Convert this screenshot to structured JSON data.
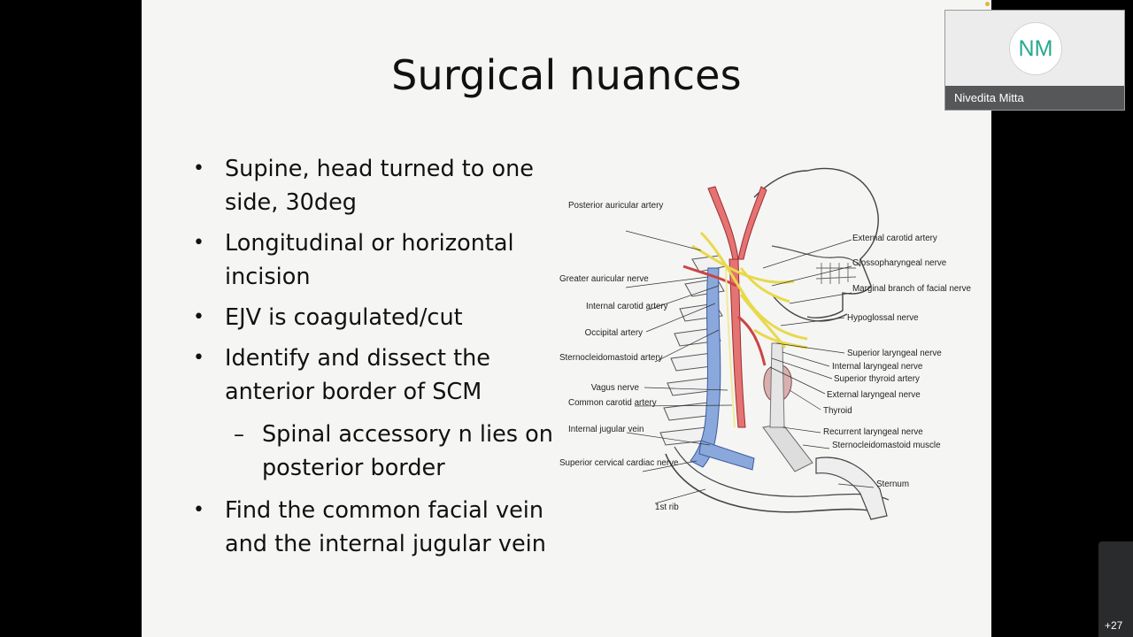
{
  "slide": {
    "title": "Surgical nuances",
    "bullets": [
      {
        "text": "Supine, head turned to one side, 30deg"
      },
      {
        "text": "Longitudinal or horizontal incision"
      },
      {
        "text": "EJV is coagulated/cut"
      },
      {
        "text": "Identify and dissect the anterior border of SCM"
      },
      {
        "text": "Spinal accessory n lies on posterior border",
        "sub": true
      },
      {
        "text": "Find the common facial vein and the internal jugular vein"
      }
    ],
    "figure_labels": {
      "posterior_auricular_artery": "Posterior auricular artery",
      "greater_auricular_nerve": "Greater auricular nerve",
      "internal_carotid_artery": "Internal carotid artery",
      "occipital_artery": "Occipital artery",
      "sternocleidomastoid_artery": "Sternocleidomastoid artery",
      "vagus_nerve": "Vagus nerve",
      "common_carotid_artery": "Common carotid artery",
      "internal_jugular_vein": "Internal jugular vein",
      "superior_cervical_cardiac_nerve": "Superior cervical cardiac nerve",
      "first_rib": "1st rib",
      "external_carotid_artery": "External carotid artery",
      "glossopharyngeal_nerve": "Glossopharyngeal nerve",
      "marginal_branch_facial_nerve": "Marginal branch of facial nerve",
      "hypoglossal_nerve": "Hypoglossal nerve",
      "superior_laryngeal_nerve": "Superior laryngeal nerve",
      "internal_laryngeal_nerve": "Internal laryngeal nerve",
      "superior_thyroid_artery": "Superior thyroid artery",
      "external_laryngeal_nerve": "External laryngeal nerve",
      "thyroid": "Thyroid",
      "recurrent_laryngeal_nerve": "Recurrent laryngeal nerve",
      "sternocleidomastoid_muscle": "Sternocleidomastoid muscle",
      "sternum": "Sternum"
    }
  },
  "participant": {
    "initials": "NM",
    "name": "Nivedita Mitta"
  },
  "overflow": {
    "count_label": "+27"
  },
  "colors": {
    "slide_bg": "#f5f5f4",
    "avatar_text": "#27a98e",
    "artery": "#e06a6a",
    "vein": "#7f9fd6",
    "nerve": "#efe27a"
  }
}
